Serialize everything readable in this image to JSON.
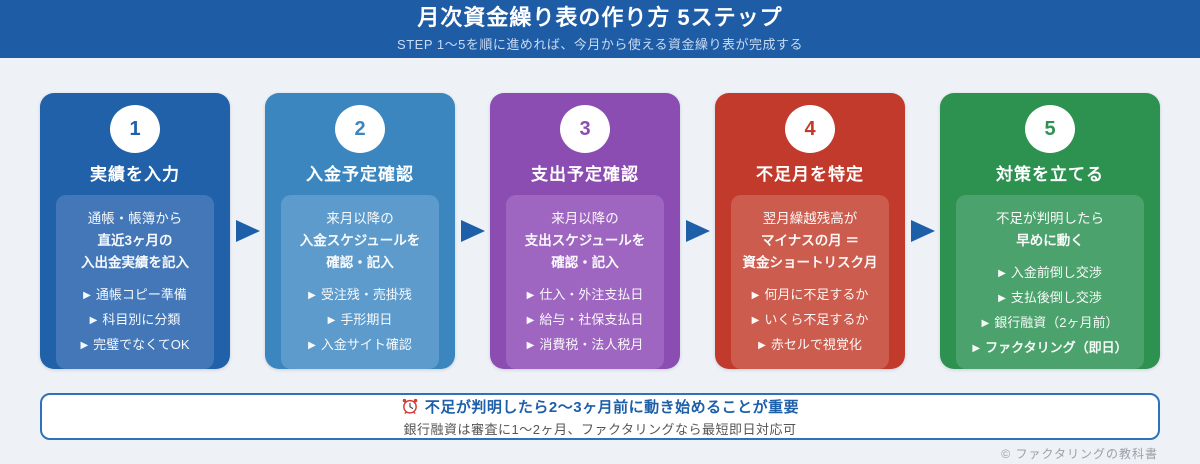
{
  "header": {
    "title": "月次資金繰り表の作り方 5ステップ",
    "subtitle": "STEP 1〜5を順に進めれば、今月から使える資金繰り表が完成する"
  },
  "glyphs": {
    "bullet": "▶"
  },
  "colors": {
    "banner_bg": "#1e5ca6",
    "page_bg": "#eef1f6",
    "arrow": "#1d5fa9",
    "note_border": "#3071b9",
    "note_headline": "#1d5fa9"
  },
  "steps": [
    {
      "number": "1",
      "title": "実績を入力",
      "card_color": "#2061a9",
      "panel_color": "#4377b8",
      "lead": [
        "通帳・帳簿から",
        "直近3ヶ月の",
        "入出金実績を記入"
      ],
      "bullets": [
        "通帳コピー準備",
        "科目別に分類",
        "完璧でなくてOK"
      ]
    },
    {
      "number": "2",
      "title": "入金予定確認",
      "card_color": "#3c86c0",
      "panel_color": "#5d9bcc",
      "lead": [
        "来月以降の",
        "入金スケジュールを",
        "確認・記入"
      ],
      "bullets": [
        "受注残・売掛残",
        "手形期日",
        "入金サイト確認"
      ]
    },
    {
      "number": "3",
      "title": "支出予定確認",
      "card_color": "#8c4db2",
      "panel_color": "#9e66c0",
      "lead": [
        "来月以降の",
        "支出スケジュールを",
        "確認・記入"
      ],
      "bullets": [
        "仕入・外注支払日",
        "給与・社保支払日",
        "消費税・法人税月"
      ]
    },
    {
      "number": "4",
      "title": "不足月を特定",
      "card_color": "#c23a2b",
      "panel_color": "#cc5c4e",
      "lead": [
        "翌月繰越残高が",
        "マイナスの月 ＝",
        "資金ショートリスク月"
      ],
      "bullets": [
        "何月に不足するか",
        "いくら不足するか",
        "赤セルで視覚化"
      ]
    },
    {
      "number": "5",
      "title": "対策を立てる",
      "card_color": "#2d9150",
      "panel_color": "#4ba26c",
      "lead": [
        "不足が判明したら",
        "早めに動く"
      ],
      "bullets": [
        "入金前倒し交渉",
        "支払後倒し交渉",
        "銀行融資（2ヶ月前）",
        "ファクタリング（即日）"
      ]
    }
  ],
  "note": {
    "icon": "alarm-clock-icon",
    "headline": "不足が判明したら2〜3ヶ月前に動き始めることが重要",
    "detail": "銀行融資は審査に1〜2ヶ月、ファクタリングなら最短即日対応可"
  },
  "credit": "© ファクタリングの教科書"
}
